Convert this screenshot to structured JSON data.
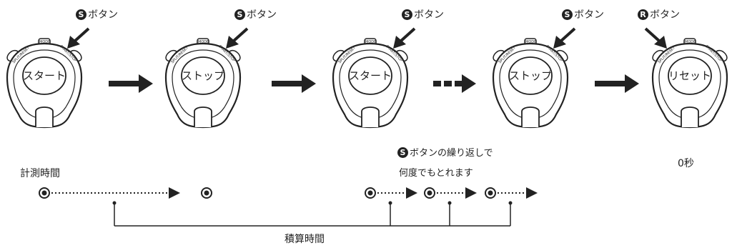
{
  "button_labels": {
    "s_button": "ボタン",
    "r_button": "ボタン"
  },
  "button_glyphs": {
    "s": "S",
    "r": "R"
  },
  "stopwatch_states": [
    "スタート",
    "ストップ",
    "スタート",
    "ストップ",
    "リセット"
  ],
  "stopwatch_markings": {
    "mode": "MODE",
    "split_reset": "SPLIT/RESET",
    "start_stop": "START/STOP"
  },
  "labels": {
    "measured_time": "計測時間",
    "cumulative_time": "積算時間",
    "repeat_note_line1": "ボタンの繰り返しで",
    "repeat_note_line2": "何度でもとれます",
    "zero_seconds": "0秒"
  },
  "colors": {
    "ink": "#222222",
    "background": "#ffffff"
  }
}
